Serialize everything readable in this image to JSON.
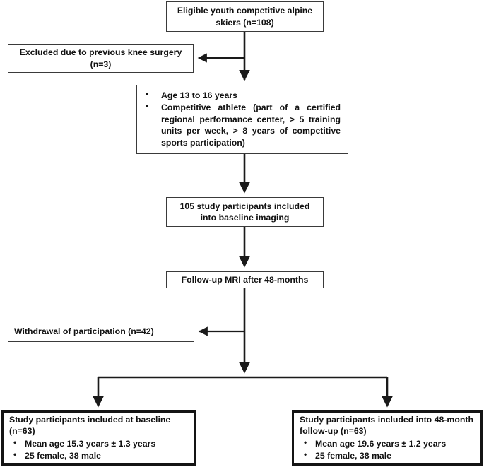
{
  "figure": {
    "type": "flowchart",
    "title": "Study participant flow diagram"
  },
  "nodes": {
    "eligible": {
      "text": "Eligible youth competitive alpine skiers (n=108)"
    },
    "excluded": {
      "text": "Excluded due to previous knee surgery (n=3)"
    },
    "criteria": {
      "bullets": [
        "Age 13 to 16 years",
        "Competitive athlete (part of a certified regional performance center, > 5 training units per week, > 8 years of competitive sports participation)"
      ]
    },
    "baseline_imaging": {
      "text": "105 study participants included into baseline imaging"
    },
    "followup_mri": {
      "text": "Follow-up MRI after 48-months"
    },
    "withdrawal": {
      "text": "Withdrawal of participation (n=42)"
    },
    "baseline_participants": {
      "headline": "Study participants included at baseline (n=63)",
      "bullets": [
        "Mean age 15.3 years ± 1.3 years",
        "25 female, 38 male"
      ]
    },
    "followup_participants": {
      "headline": "Study participants included into 48-month follow-up  (n=63)",
      "bullets": [
        "Mean age 19.6 years ± 1.2 years",
        "25 female, 38 male"
      ]
    }
  },
  "connectors": [
    {
      "name": "eligible-to-criteria",
      "from": "eligible",
      "to": "criteria"
    },
    {
      "name": "eligible-to-excluded",
      "from": "eligible",
      "to": "excluded"
    },
    {
      "name": "criteria-to-baseline-imaging",
      "from": "criteria",
      "to": "baseline_imaging"
    },
    {
      "name": "baseline-imaging-to-followup-mri",
      "from": "baseline_imaging",
      "to": "followup_mri"
    },
    {
      "name": "followup-mri-to-withdrawal",
      "from": "followup_mri",
      "to": "withdrawal"
    },
    {
      "name": "followup-mri-to-split",
      "from": "followup_mri",
      "to": "split"
    },
    {
      "name": "split-to-baseline-participants",
      "from": "split",
      "to": "baseline_participants"
    },
    {
      "name": "split-to-followup-participants",
      "from": "split",
      "to": "followup_participants"
    }
  ],
  "colors": {
    "box_border": "#3a3a3a",
    "box_border_thick": "#141414",
    "connector": "#1a1a1a",
    "text": "#111111",
    "background": "#ffffff"
  }
}
